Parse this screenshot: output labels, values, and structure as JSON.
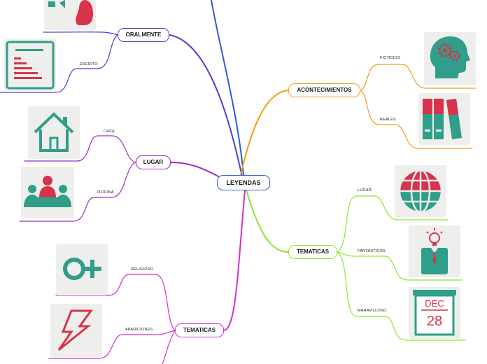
{
  "colors": {
    "blue": "#2a5bd7",
    "indigo": "#4b3fd6",
    "purple": "#7a3fd0",
    "violet": "#9b2fc9",
    "magenta": "#d62fc9",
    "orange": "#f59b1c",
    "green": "#8ee52a",
    "teal": "#2f9e8a",
    "red": "#d6344b"
  },
  "root": {
    "label": "LEYENDAS"
  },
  "branches": {
    "oralmente": {
      "label": "ORALMENTE",
      "children": [
        "ESCRITO"
      ]
    },
    "lugar": {
      "label": "LUGAR",
      "children": [
        "CASA",
        "OFICINA"
      ]
    },
    "tematicas_left": {
      "label": "TEMATICAS",
      "children": [
        "RELIGIOSO",
        "APARICIONES"
      ]
    },
    "acontecimientos": {
      "label": "ACONTECIMIENTOS",
      "children": [
        "FICTICIOS",
        "REALES"
      ]
    },
    "tematicas_right": {
      "label": "TEMATICAS",
      "children": [
        "LUGAR",
        "FANTASTICOS",
        "MARAVILLOSO"
      ]
    }
  },
  "icons": [
    "speaking-megaphone-icon",
    "document-icon",
    "house-icon",
    "meeting-icon",
    "female-symbol-icon",
    "lightning-icon",
    "brain-gears-icon",
    "binders-icon",
    "globe-icon",
    "idea-person-icon",
    "calendar-icon"
  ],
  "calendar": {
    "month": "DEC",
    "day": "28"
  }
}
